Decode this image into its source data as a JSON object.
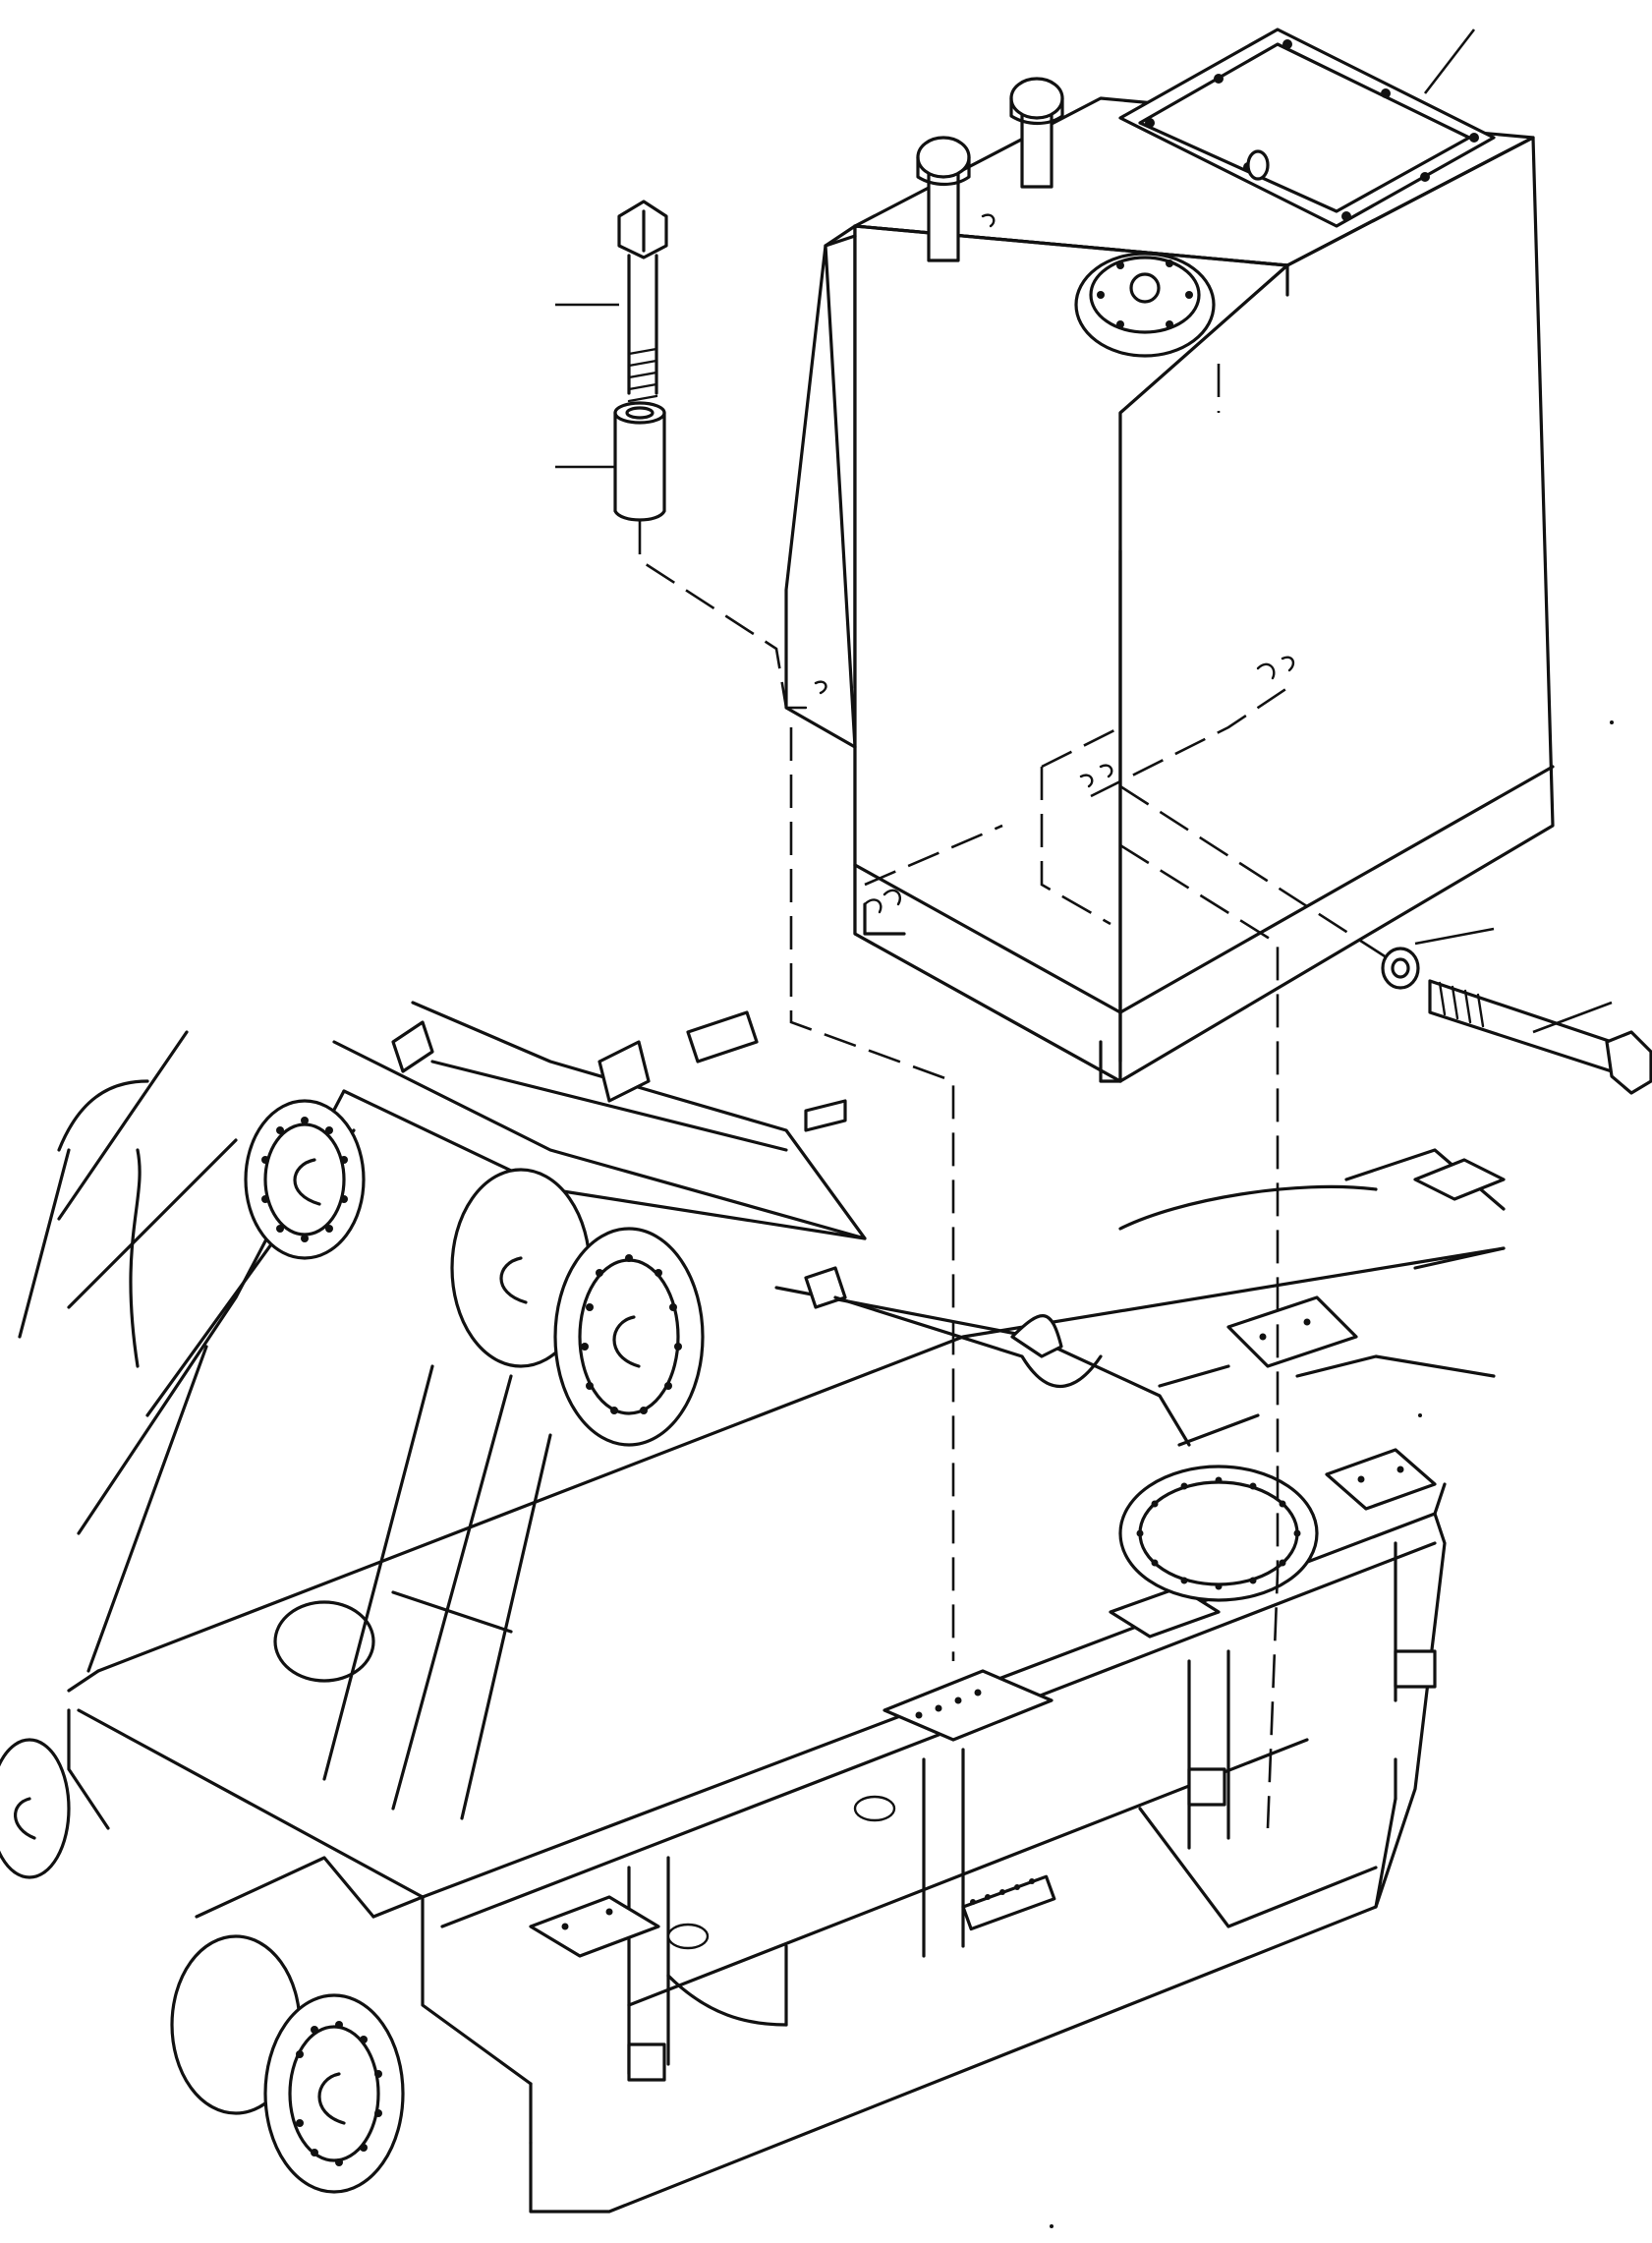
{
  "diagram": {
    "kind": "exploded parts view",
    "parts": [
      {
        "id": "hydraulic-tank",
        "icon": "tank-icon"
      },
      {
        "id": "tank-cover-plate",
        "icon": "plate-icon"
      },
      {
        "id": "filler-cap",
        "icon": "cap-icon"
      },
      {
        "id": "breather",
        "icon": "breather-icon"
      },
      {
        "id": "bolt-vertical",
        "icon": "bolt-icon"
      },
      {
        "id": "spacer-collar",
        "icon": "collar-icon"
      },
      {
        "id": "washer",
        "icon": "washer-icon"
      },
      {
        "id": "bolt-horizontal",
        "icon": "bolt-icon"
      },
      {
        "id": "revolving-frame",
        "icon": "frame-icon"
      }
    ],
    "callout_leaders": 5,
    "line_color": "#111111",
    "background_color": "#ffffff"
  }
}
